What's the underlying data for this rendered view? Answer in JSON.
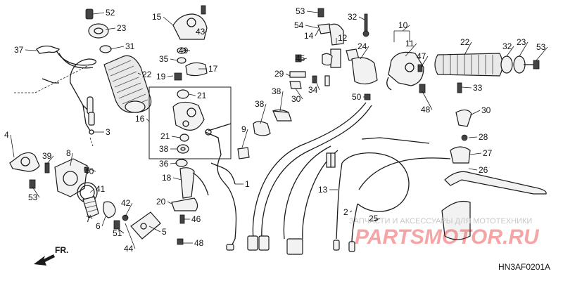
{
  "diagram": {
    "code": "HN3AF0201A",
    "direction_label": "FR.",
    "watermark_text": "ЗАПЧАСТИ И АКСЕССУАРЫ ДЛЯ МОТОТЕХНИКИ",
    "watermark_logo": "PARTSMOTOR.RU",
    "colors": {
      "line": "#1a1a1a",
      "watermark": "#d9d9d9",
      "logo": "#e40000"
    },
    "labels": [
      "1",
      "2",
      "3",
      "4",
      "5",
      "6",
      "7",
      "8",
      "9",
      "10",
      "11",
      "12",
      "13",
      "14",
      "15",
      "16",
      "17",
      "18",
      "19",
      "20",
      "21",
      "21",
      "22",
      "22",
      "23",
      "23",
      "24",
      "25",
      "26",
      "27",
      "28",
      "29",
      "30",
      "30",
      "31",
      "32",
      "32",
      "33",
      "34",
      "35",
      "36",
      "37",
      "38",
      "38",
      "38",
      "39",
      "40",
      "41",
      "42",
      "43",
      "44",
      "45",
      "46",
      "47",
      "48",
      "48",
      "49",
      "50",
      "51",
      "52",
      "53",
      "53",
      "53",
      "54",
      "54"
    ]
  }
}
